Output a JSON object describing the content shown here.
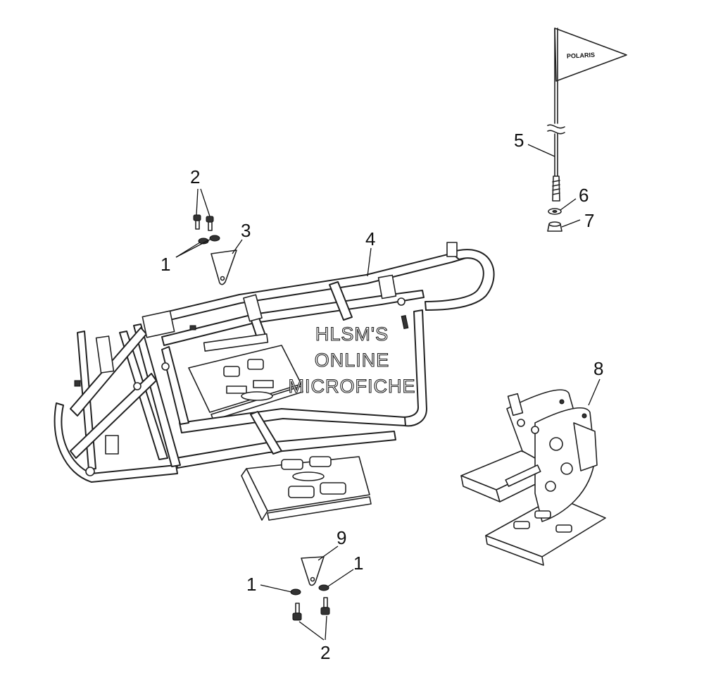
{
  "callouts": {
    "c2_top": "2",
    "c3": "3",
    "c1_top": "1",
    "c4": "4",
    "c5": "5",
    "c6": "6",
    "c7": "7",
    "c8": "8",
    "c9": "9",
    "c1_bottom_left": "1",
    "c1_bottom_right": "1",
    "c2_bottom": "2"
  },
  "flag": {
    "brand": "POLARIS"
  },
  "watermark": {
    "line1": "HLSM'S",
    "line2": "ONLINE",
    "line3": "MICROFICHE"
  }
}
